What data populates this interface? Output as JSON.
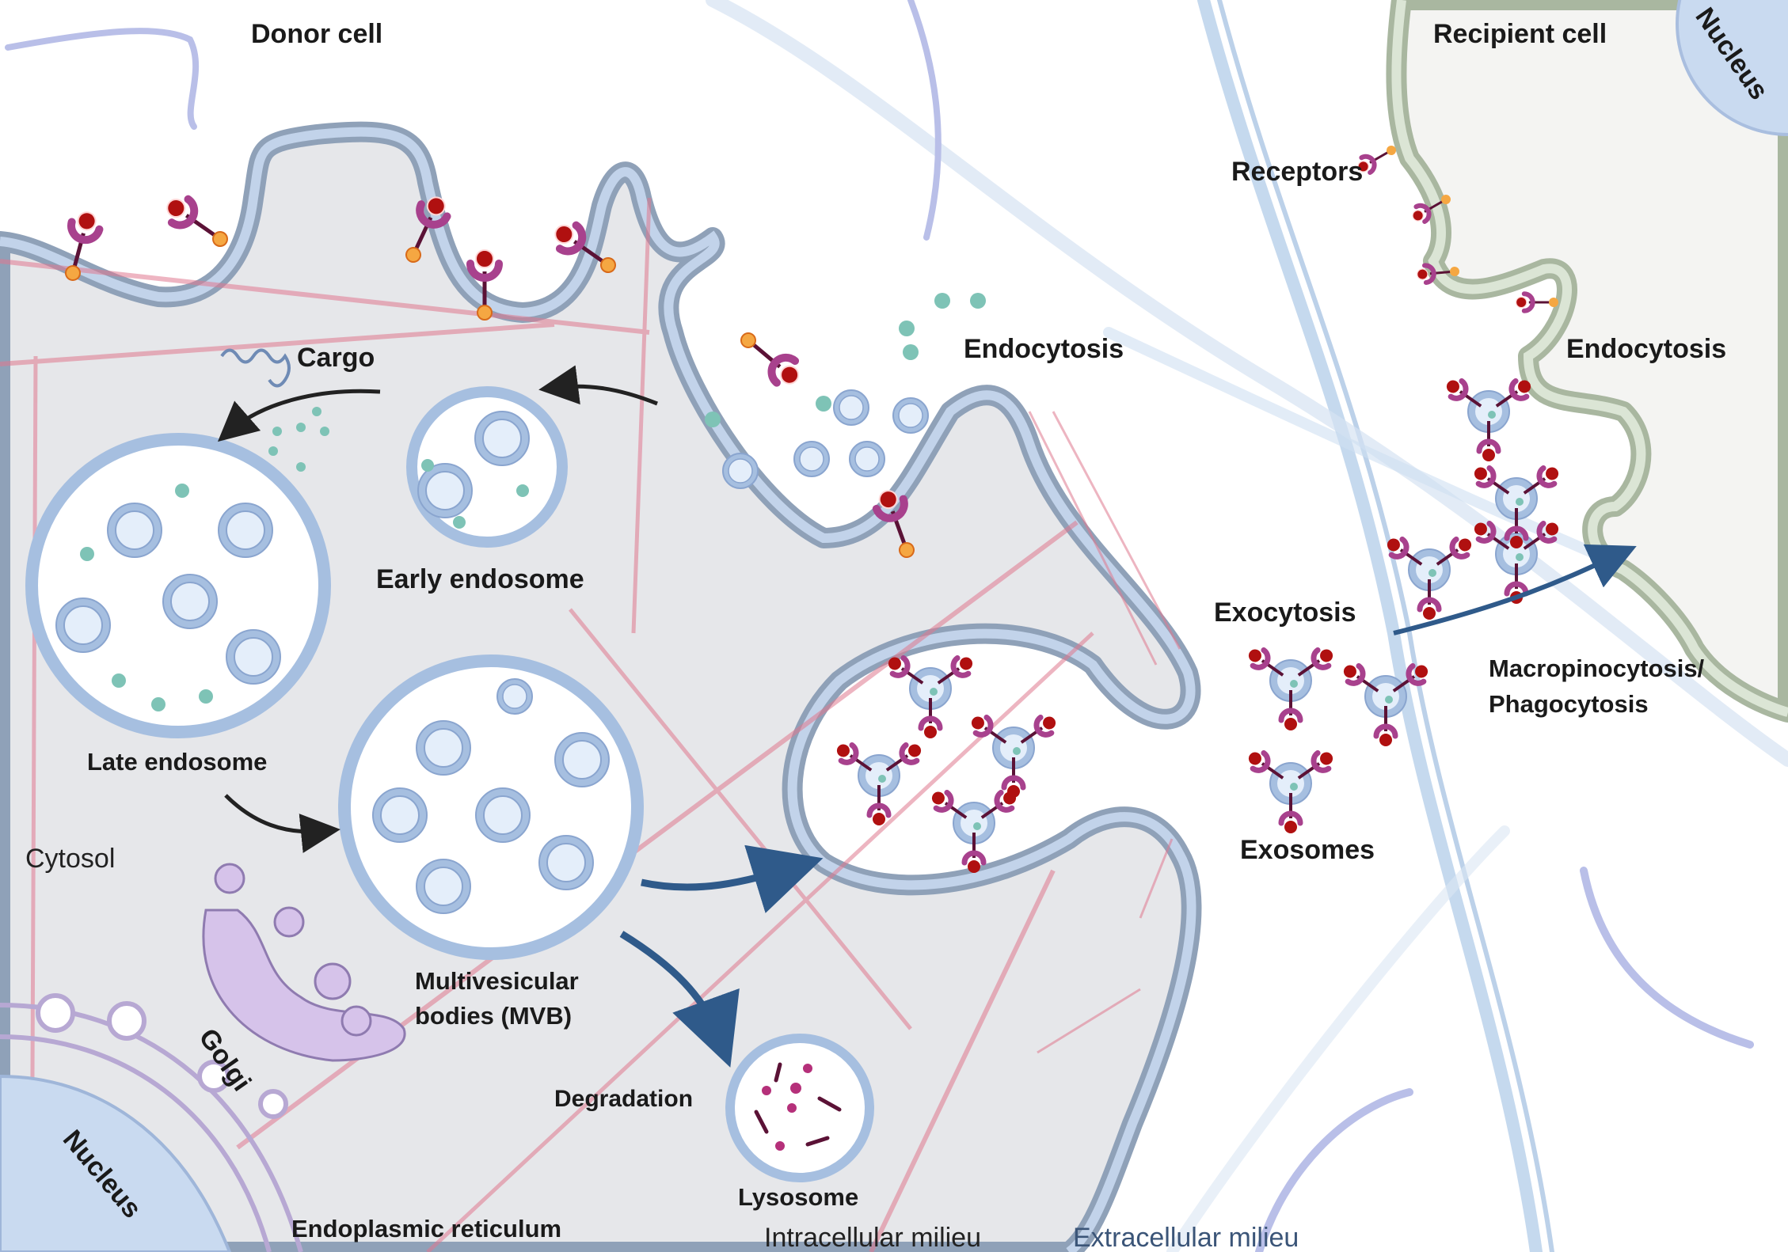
{
  "title": "Exosome biogenesis, secretion and uptake",
  "colors": {
    "cytosol": "#e6e7ea",
    "membrane_outer": "#8fa1b8",
    "membrane_inner": "#c2d3ea",
    "recipient_membrane_outer": "#a9b7a0",
    "recipient_membrane_inner": "#dbe5d5",
    "recipient_cytosol": "#f4f4f2",
    "vesicle_ring": "#a6bfe0",
    "vesicle_fill": "#e4eefa",
    "cargo_dot": "#7ec3b6",
    "receptor_arm": "#a8418d",
    "ligand": "#b01010",
    "receptor_stalk": "#5b1236",
    "anchor": "#f5a742",
    "actin": "#e0798f",
    "arrow_dark": "#222222",
    "arrow_blue": "#2f5a8a",
    "golgi": "#d6c3ea",
    "nucleus": "#c9daf0"
  },
  "labels": {
    "donor_cell": "Donor cell",
    "recipient_cell": "Recipient cell",
    "nucleus_recipient": "Nucleus",
    "receptors": "Receptors",
    "endocytosis_donor": "Endocytosis",
    "endocytosis_recipient": "Endocytosis",
    "cargo": "Cargo",
    "early_endosome": "Early endosome",
    "late_endosome": "Late endosome",
    "exocytosis": "Exocytosis",
    "macropinocytosis_line1": "Macropinocytosis/",
    "macropinocytosis_line2": "Phagocytosis",
    "exosomes": "Exosomes",
    "cytosol": "Cytosol",
    "mvb_line1": "Multivesicular",
    "mvb_line2": "bodies (MVB)",
    "golgi": "Golgi",
    "degradation": "Degradation",
    "nucleus_donor": "Nucleus",
    "lysosome": "Lysosome",
    "endoplasmic_reticulum": "Endoplasmic reticulum",
    "intracellular_milieu": "Intracellular milieu",
    "extracellular_milieu": "Extracellular milieu"
  }
}
